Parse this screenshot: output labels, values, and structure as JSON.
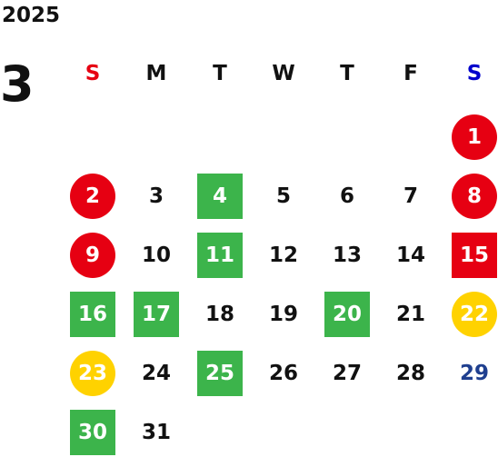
{
  "header": {
    "year": "2025",
    "month": "3"
  },
  "colors": {
    "sunday": "#e60012",
    "saturday": "#0000cc",
    "weekday": "#111111",
    "green": "#3cb44b",
    "yellow": "#ffd200",
    "saturday_number": "#1f3f8f"
  },
  "weekdays": [
    {
      "label": "S",
      "color": "#e60012"
    },
    {
      "label": "M",
      "color": "#111111"
    },
    {
      "label": "T",
      "color": "#111111"
    },
    {
      "label": "W",
      "color": "#111111"
    },
    {
      "label": "T",
      "color": "#111111"
    },
    {
      "label": "F",
      "color": "#111111"
    },
    {
      "label": "S",
      "color": "#0000cc"
    }
  ],
  "weeks": [
    [
      null,
      null,
      null,
      null,
      null,
      null,
      {
        "day": "1",
        "style": "red-circle"
      }
    ],
    [
      {
        "day": "2",
        "style": "red-circle"
      },
      {
        "day": "3",
        "style": "plain"
      },
      {
        "day": "4",
        "style": "green-square"
      },
      {
        "day": "5",
        "style": "plain"
      },
      {
        "day": "6",
        "style": "plain"
      },
      {
        "day": "7",
        "style": "plain"
      },
      {
        "day": "8",
        "style": "red-circle"
      }
    ],
    [
      {
        "day": "9",
        "style": "red-circle"
      },
      {
        "day": "10",
        "style": "plain"
      },
      {
        "day": "11",
        "style": "green-square"
      },
      {
        "day": "12",
        "style": "plain"
      },
      {
        "day": "13",
        "style": "plain"
      },
      {
        "day": "14",
        "style": "plain"
      },
      {
        "day": "15",
        "style": "red-square"
      }
    ],
    [
      {
        "day": "16",
        "style": "green-square"
      },
      {
        "day": "17",
        "style": "green-square"
      },
      {
        "day": "18",
        "style": "plain"
      },
      {
        "day": "19",
        "style": "plain"
      },
      {
        "day": "20",
        "style": "green-square"
      },
      {
        "day": "21",
        "style": "plain"
      },
      {
        "day": "22",
        "style": "yellow-circle"
      }
    ],
    [
      {
        "day": "23",
        "style": "yellow-circle"
      },
      {
        "day": "24",
        "style": "plain"
      },
      {
        "day": "25",
        "style": "green-square"
      },
      {
        "day": "26",
        "style": "plain"
      },
      {
        "day": "27",
        "style": "plain"
      },
      {
        "day": "28",
        "style": "plain"
      },
      {
        "day": "29",
        "style": "blue-text"
      }
    ],
    [
      {
        "day": "30",
        "style": "green-square"
      },
      {
        "day": "31",
        "style": "plain"
      },
      null,
      null,
      null,
      null,
      null
    ]
  ]
}
